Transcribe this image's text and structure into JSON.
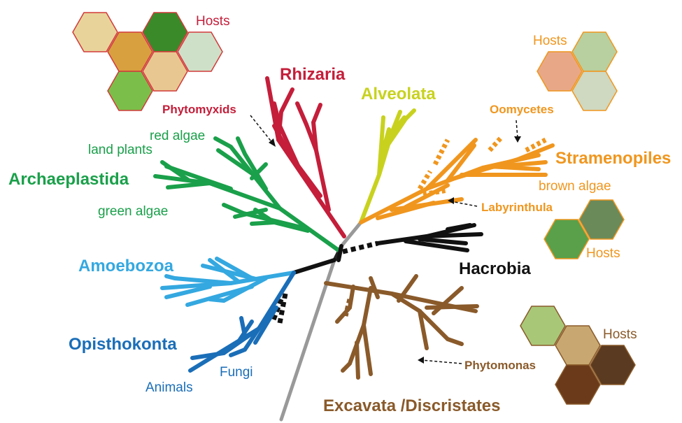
{
  "colors": {
    "rhizaria": "#c41e3a",
    "alveolata": "#c8d21e",
    "stramenopiles": "#f0961e",
    "archaeplastida": "#1aa04a",
    "amoebozoa": "#34a8e0",
    "opisthokonta": "#1a6eb8",
    "hacrobia": "#111111",
    "excavata": "#8a5a2a",
    "root": "#999999"
  },
  "labels": {
    "rhizaria": "Rhizaria",
    "alveolata": "Alveolata",
    "stramenopiles": "Stramenopiles",
    "brown_algae": "brown algae",
    "oomycetes": "Oomycetes",
    "labyrinthula": "Labyrinthula",
    "archaeplastida": "Archaeplastida",
    "red_algae": "red algae",
    "land_plants": "land plants",
    "green_algae": "green algae",
    "phytomyxids": "Phytomyxids",
    "amoebozoa": "Amoebozoa",
    "opisthokonta": "Opisthokonta",
    "fungi": "Fungi",
    "animals": "Animals",
    "hacrobia": "Hacrobia",
    "phytomonas": "Phytomonas",
    "excavata": "Excavata /Discristates",
    "hosts_rhizaria": "Hosts",
    "hosts_oomycetes": "Hosts",
    "hosts_labyrinthula": "Hosts",
    "hosts_phytomonas": "Hosts"
  }
}
